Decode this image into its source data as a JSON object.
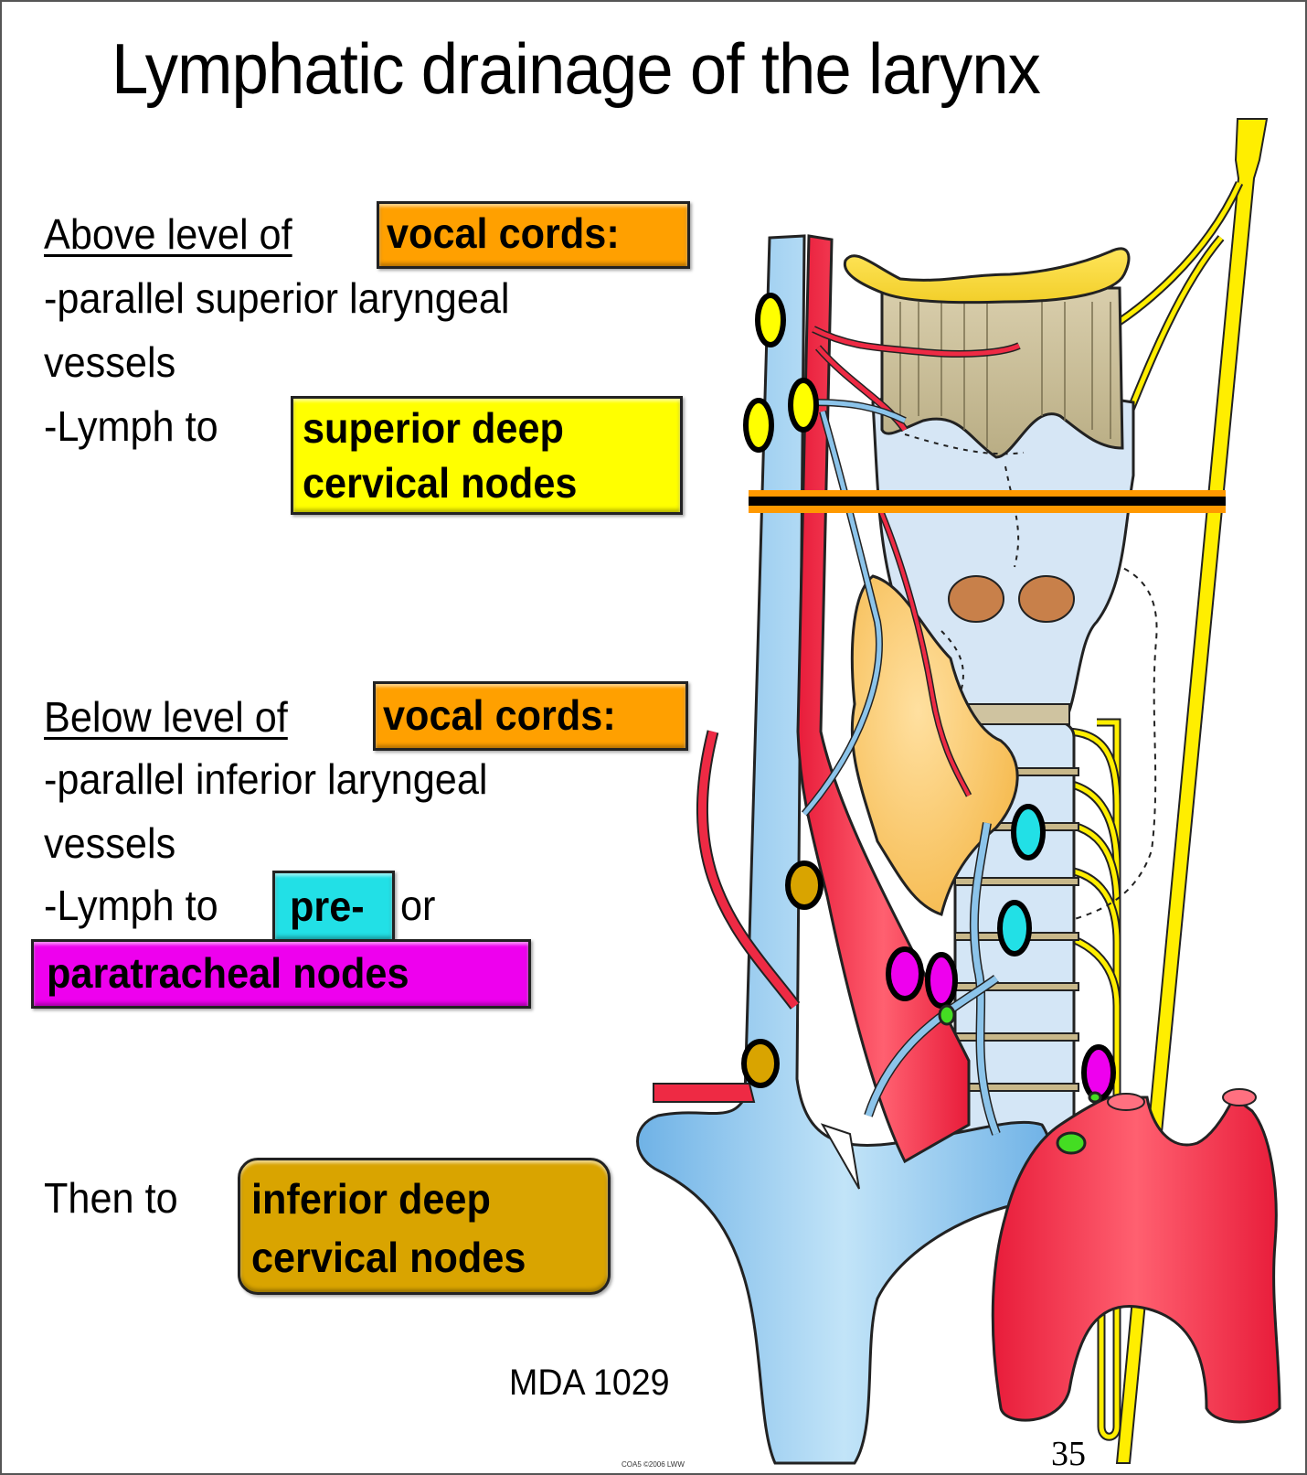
{
  "slide": {
    "title": "Lymphatic drainage of the larynx",
    "page_number": "35",
    "course_code": "MDA 1029",
    "copyright": "COA5 ©2006 LWW"
  },
  "above_section": {
    "heading_prefix": "Above level of ",
    "heading_highlight": "vocal cords:",
    "line1": "-parallel superior laryngeal",
    "line2": "vessels",
    "line3_prefix": " -Lymph to",
    "destination_line1": "superior deep",
    "destination_line2": " cervical nodes"
  },
  "below_section": {
    "heading_prefix": "Below level of ",
    "heading_highlight": "vocal cords:",
    "line1": "-parallel inferior laryngeal",
    "line2": "vessels",
    "line3_prefix": "-Lymph to",
    "pre_label": "pre-",
    "or_label": "or",
    "para_label": "paratracheal nodes"
  },
  "then_section": {
    "prefix": "Then to ",
    "destination_line1": "inferior deep",
    "destination_line2": "cervical nodes"
  },
  "colors": {
    "vocal_cords_highlight": "#ffa000",
    "superior_deep_nodes": "#ffff00",
    "pretracheal_nodes": "#22e0e6",
    "paratracheal_nodes": "#ee00ee",
    "inferior_deep_nodes": "#d9a400",
    "vein": "#7fc0ec",
    "artery": "#ee2a44",
    "nerve": "#ffee00",
    "vocal_cord_level_line": "#ff9900"
  },
  "illustration": {
    "legend_nodes": [
      {
        "group": "superior deep cervical",
        "color": "#ffff00",
        "count": 3
      },
      {
        "group": "pretracheal",
        "color": "#22e0e6",
        "count": 2
      },
      {
        "group": "paratracheal",
        "color": "#ee00ee",
        "count": 3
      },
      {
        "group": "inferior deep cervical",
        "color": "#d9a400",
        "count": 2
      },
      {
        "group": "other",
        "color": "#44dd22",
        "count": 3
      }
    ]
  }
}
